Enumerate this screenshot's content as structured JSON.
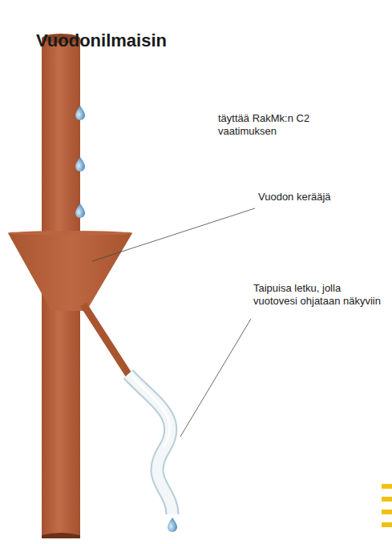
{
  "diagram": {
    "title": "Vuodonilmaisin",
    "labels": [
      "täyttää RakMk:n C2 vaatimuksen",
      "Vuodon kerääjä",
      "Taipuisa letku, jolla vuotovesi ohjataan näkyviin"
    ]
  }
}
